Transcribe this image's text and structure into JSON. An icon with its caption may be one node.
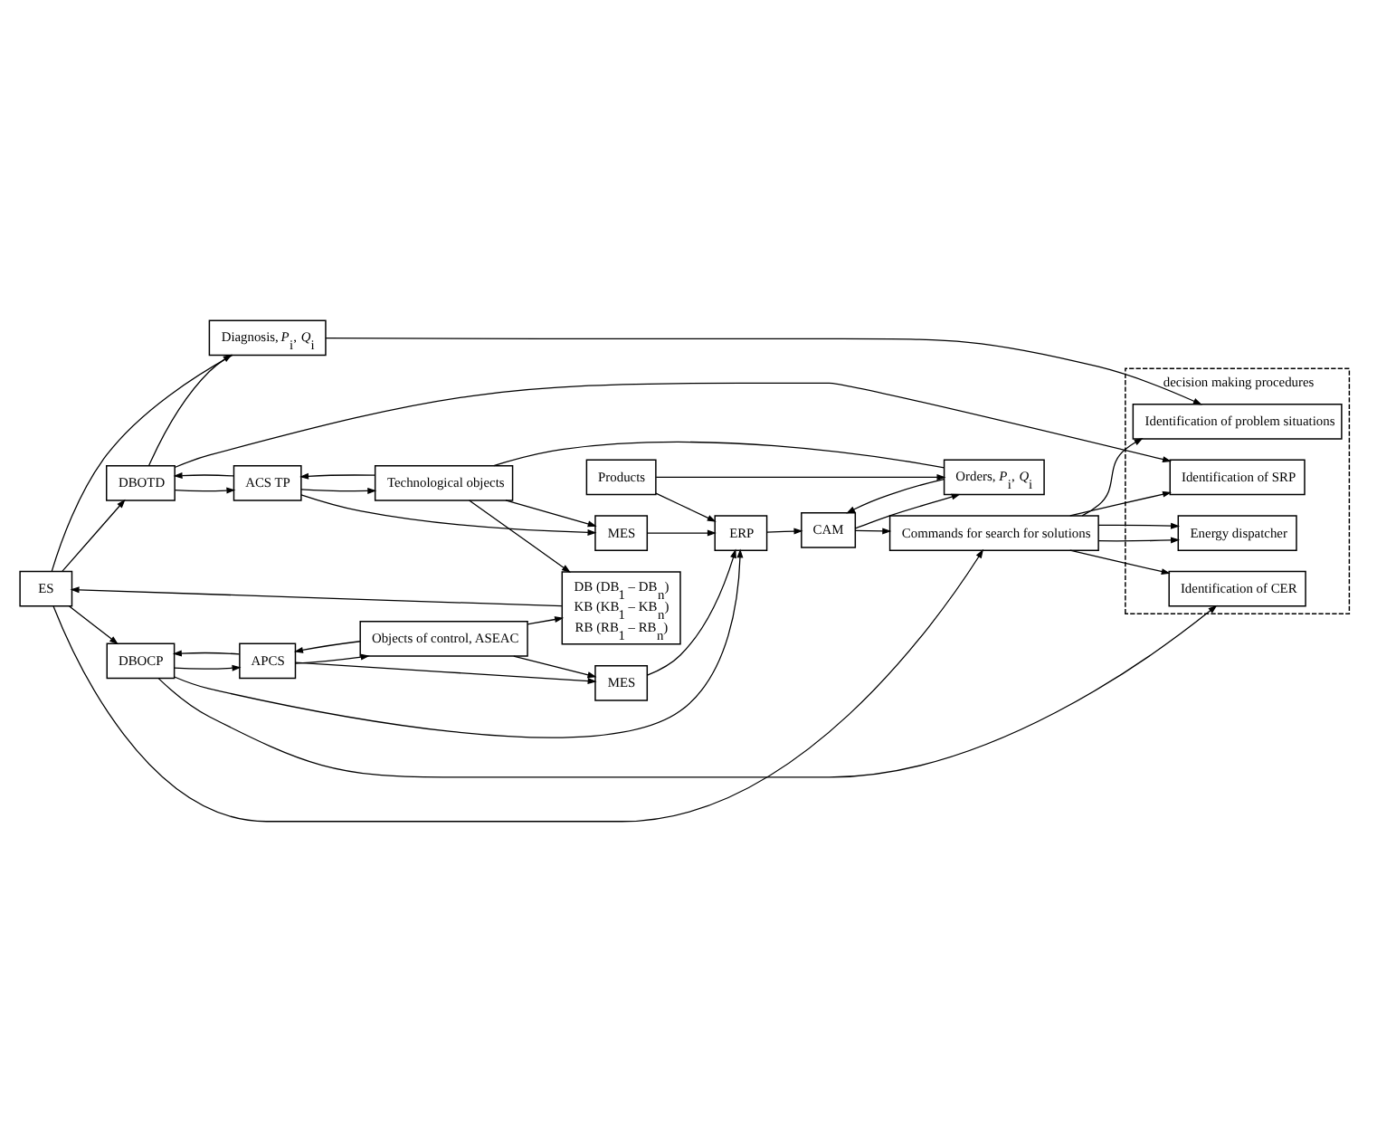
{
  "diagram": {
    "nodes": [
      {
        "text": [
          "decision making procedures"
        ]
      },
      {
        "text": [
          "DB (DB$_{1}$ – DB$_{n}$)",
          "KB (KB$_{1}$ – KB$_{n}$)",
          "RB (RB$_{1}$ – RB$_{n}$)"
        ]
      },
      {
        "text": [
          "ES"
        ]
      },
      {
        "text": [
          "Diagnosis, *P*$_{i}$, *Q*$_{i}$"
        ]
      },
      {
        "text": [
          "Identification of problem situations"
        ],
        "in": 0
      },
      {
        "text": [
          "Technological objects"
        ]
      },
      {
        "text": [
          "MES"
        ]
      },
      {
        "text": [
          "ACS TP"
        ]
      },
      {
        "text": [
          "DBOTD"
        ]
      },
      {
        "text": [
          "Identification of SRP"
        ],
        "in": 0
      },
      {
        "text": [
          "Objects of control, ASEAC"
        ]
      },
      {
        "text": [
          "MES"
        ]
      },
      {
        "text": [
          "APCS"
        ]
      },
      {
        "text": [
          "DBOCP"
        ]
      },
      {
        "text": [
          "Identification of CER"
        ],
        "in": 0
      },
      {
        "text": [
          "Orders, *P*$_{i}$, *Q*$_{i}$"
        ]
      },
      {
        "text": [
          "CAM"
        ]
      },
      {
        "text": [
          "Commands for search for solutions"
        ]
      },
      {
        "text": [
          "Energy dispatcher"
        ],
        "in": 0
      },
      {
        "text": [
          "Products"
        ]
      },
      {
        "text": [
          "ERP"
        ]
      }
    ],
    "edges": [
      {
        "from": 1,
        "to": 2,
        "arrow": "to"
      },
      {
        "from": 2,
        "to": 3,
        "arrow": "none"
      },
      {
        "from": 2,
        "to": 8,
        "arrow": "to"
      },
      {
        "from": 2,
        "to": 13,
        "arrow": "to"
      },
      {
        "from": 2,
        "to": 17,
        "arrow": "to"
      },
      {
        "from": 8,
        "to": 3,
        "arrow": "to"
      },
      {
        "from": 3,
        "to": 4,
        "arrow": "to"
      },
      {
        "from": 8,
        "to": 9,
        "arrow": "to"
      },
      {
        "from": 13,
        "to": 14,
        "arrow": "to"
      },
      {
        "from": 17,
        "to": 4,
        "arrow": "to"
      },
      {
        "from": 17,
        "to": 9,
        "arrow": "to"
      },
      {
        "from": 17,
        "to": 14,
        "arrow": "to"
      },
      {
        "from": 17,
        "to": 18,
        "arrow": "to"
      },
      {
        "from": 17,
        "to": 18,
        "arrow": "to"
      },
      {
        "from": 5,
        "to": 6,
        "arrow": "to"
      },
      {
        "from": 5,
        "to": 7,
        "arrow": "to"
      },
      {
        "from": 7,
        "to": 5,
        "arrow": "to"
      },
      {
        "from": 7,
        "to": 6,
        "arrow": "to"
      },
      {
        "from": 7,
        "to": 8,
        "arrow": "to"
      },
      {
        "from": 8,
        "to": 7,
        "arrow": "to"
      },
      {
        "from": 10,
        "to": 11,
        "arrow": "to"
      },
      {
        "from": 10,
        "to": 12,
        "arrow": "to"
      },
      {
        "from": 12,
        "to": 10,
        "arrow": "to"
      },
      {
        "from": 12,
        "to": 11,
        "arrow": "to"
      },
      {
        "from": 12,
        "to": 13,
        "arrow": "to"
      },
      {
        "from": 13,
        "to": 12,
        "arrow": "to"
      },
      {
        "from": 5,
        "to": 1,
        "arrow": "to"
      },
      {
        "from": 10,
        "to": 1,
        "arrow": "to"
      },
      {
        "from": 15,
        "to": 5,
        "arrow": "none"
      },
      {
        "from": 15,
        "to": 16,
        "arrow": "to"
      },
      {
        "from": 16,
        "to": 15,
        "arrow": "to"
      },
      {
        "from": 19,
        "to": 15,
        "arrow": "to"
      },
      {
        "from": 19,
        "to": 20,
        "arrow": "to"
      },
      {
        "from": 20,
        "to": 16,
        "arrow": "to"
      },
      {
        "from": 16,
        "to": 17,
        "arrow": "to"
      },
      {
        "from": 11,
        "to": 20,
        "arrow": "to"
      },
      {
        "from": 6,
        "to": 20,
        "arrow": "to"
      },
      {
        "from": 13,
        "to": 20,
        "arrow": "to"
      }
    ]
  }
}
